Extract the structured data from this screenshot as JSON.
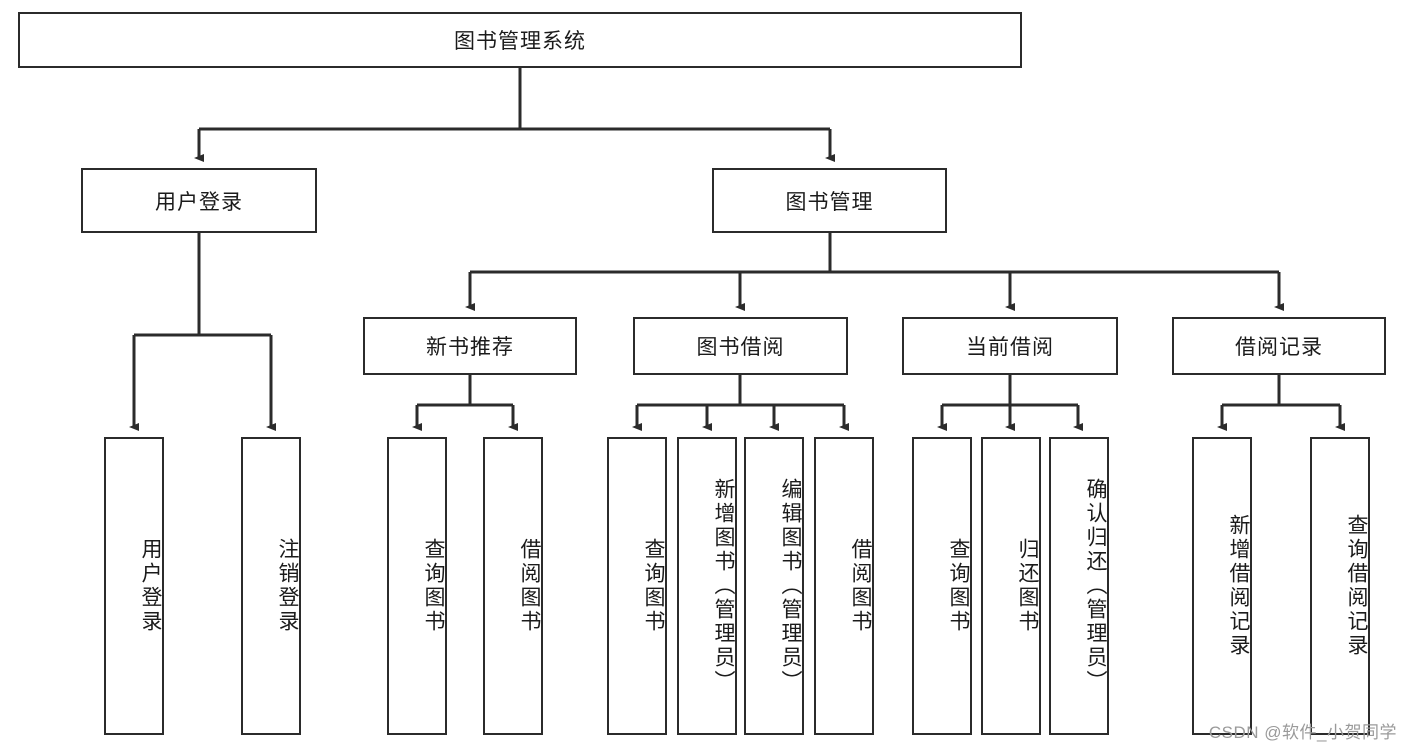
{
  "diagram": {
    "title": "图书管理系统",
    "type": "hierarchy-tree",
    "root": {
      "label": "图书管理系统"
    },
    "level2": [
      {
        "label": "用户登录"
      },
      {
        "label": "图书管理"
      }
    ],
    "level3": [
      {
        "label": "新书推荐"
      },
      {
        "label": "图书借阅"
      },
      {
        "label": "当前借阅"
      },
      {
        "label": "借阅记录"
      }
    ],
    "leaves": {
      "user_login": [
        {
          "label": "用户登录"
        },
        {
          "label": "注销登录"
        }
      ],
      "new_book_recommend": [
        {
          "label": "查询图书"
        },
        {
          "label": "借阅图书"
        }
      ],
      "book_borrow": [
        {
          "label": "查询图书"
        },
        {
          "label": "新增图书（管理员）"
        },
        {
          "label": "编辑图书（管理员）"
        },
        {
          "label": "借阅图书"
        }
      ],
      "current_borrow": [
        {
          "label": "查询图书"
        },
        {
          "label": "归还图书"
        },
        {
          "label": "确认归还（管理员）"
        }
      ],
      "borrow_records": [
        {
          "label": "新增借阅记录"
        },
        {
          "label": "查询借阅记录"
        }
      ]
    }
  },
  "watermark": {
    "text": "CSDN @软件_小贺同学"
  },
  "colors": {
    "stroke": "#2b2b2b",
    "fill": "#ffffff",
    "text": "#1b1b1b",
    "watermark": "#9a9a9a"
  }
}
